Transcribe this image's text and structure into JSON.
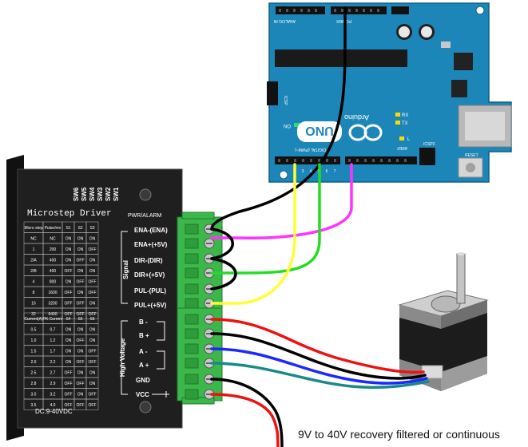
{
  "arduino": {
    "brand": "UNO",
    "logo_text": "Arduino",
    "header_analog": "ANALOG IN",
    "header_power": "POWER",
    "header_digital": "DIGITAL (PWM~)",
    "label_on": "ON",
    "label_tx": "TX",
    "label_rx": "RX",
    "label_l": "L",
    "label_icsp": "ICSP",
    "label_icsp2": "ICSP2",
    "label_reset": "RESET",
    "label_aref": "AREF",
    "pin_labels": [
      "2",
      "3",
      "4",
      "5",
      "6",
      "7"
    ]
  },
  "driver": {
    "title": "Microstep Driver",
    "power_label": "PWR/ALARM",
    "switches": [
      "SW6",
      "SW5",
      "SW4",
      "SW3",
      "SW2",
      "SW1"
    ],
    "signal_group": "Signal",
    "hv_group": "High Voltage",
    "terminal_labels": [
      "ENA-(ENA)",
      "ENA+(+5V)",
      "DIR-(DIR)",
      "DIR+(+5V)",
      "PUL-(PUL)",
      "PUL+(+5V)",
      "B -",
      "B +",
      "A -",
      "A +",
      "GND",
      "VCC"
    ],
    "dc_rating": "DC:9-40VDC",
    "microstep_table": {
      "headers": [
        "Micro step",
        "Pulse/rev",
        "S1",
        "S2",
        "S3"
      ],
      "rows": [
        [
          "NC",
          "NC",
          "ON",
          "ON",
          "ON"
        ],
        [
          "1",
          "200",
          "ON",
          "ON",
          "OFF"
        ],
        [
          "2/A",
          "400",
          "ON",
          "OFF",
          "ON"
        ],
        [
          "2/B",
          "400",
          "OFF",
          "ON",
          "ON"
        ],
        [
          "4",
          "800",
          "ON",
          "OFF",
          "OFF"
        ],
        [
          "8",
          "1600",
          "OFF",
          "ON",
          "OFF"
        ],
        [
          "16",
          "3200",
          "OFF",
          "OFF",
          "ON"
        ],
        [
          "32",
          "6400",
          "OFF",
          "OFF",
          "OFF"
        ]
      ]
    },
    "current_table": {
      "headers": [
        "Current(A)",
        "PK Current",
        "S4",
        "S5",
        "S6"
      ],
      "rows": [
        [
          "0.5",
          "0.7",
          "ON",
          "ON",
          "ON"
        ],
        [
          "1.0",
          "1.2",
          "ON",
          "OFF",
          "ON"
        ],
        [
          "1.5",
          "1.7",
          "ON",
          "ON",
          "OFF"
        ],
        [
          "2.0",
          "2.2",
          "ON",
          "OFF",
          "OFF"
        ],
        [
          "2.5",
          "2.7",
          "OFF",
          "ON",
          "ON"
        ],
        [
          "2.8",
          "2.9",
          "OFF",
          "OFF",
          "ON"
        ],
        [
          "3.0",
          "3.2",
          "OFF",
          "ON",
          "OFF"
        ],
        [
          "3.5",
          "4.0",
          "OFF",
          "OFF",
          "OFF"
        ]
      ]
    }
  },
  "power_note": "9V to 40V recovery filtered or continuous",
  "colors": {
    "board": "#1d86b8",
    "driver_body": "#1f1f1f",
    "terminal": "#3cb84a",
    "wire_black": "#000000",
    "wire_magenta": "#ff33ff",
    "wire_green": "#22dd22",
    "wire_yellow": "#ffff33",
    "wire_red": "#ee1111",
    "wire_blue": "#1a2aff",
    "wire_teal": "#1a8a88"
  }
}
